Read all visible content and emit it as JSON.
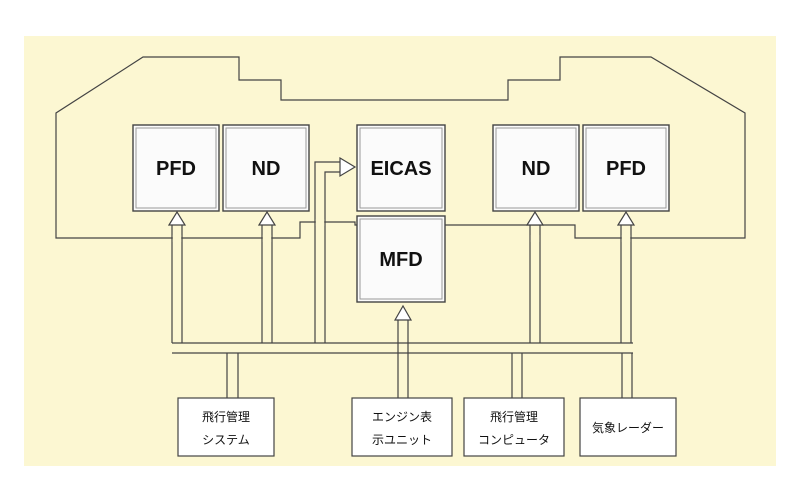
{
  "colors": {
    "background": "#fcf7d2",
    "line": "#444444",
    "screen_fill": "#fbfbfb",
    "box_fill": "#ffffff"
  },
  "displays": {
    "left_pfd": "PFD",
    "left_nd": "ND",
    "eicas": "EICAS",
    "mfd": "MFD",
    "right_nd": "ND",
    "right_pfd": "PFD"
  },
  "sources": {
    "fms": {
      "line1": "飛行管理",
      "line2": "システム"
    },
    "eiu": {
      "line1": "エンジン表",
      "line2": "示ユニット"
    },
    "fmc": {
      "line1": "飛行管理",
      "line2": "コンピュータ"
    },
    "wxr": {
      "line1": "気象レーダー"
    }
  }
}
